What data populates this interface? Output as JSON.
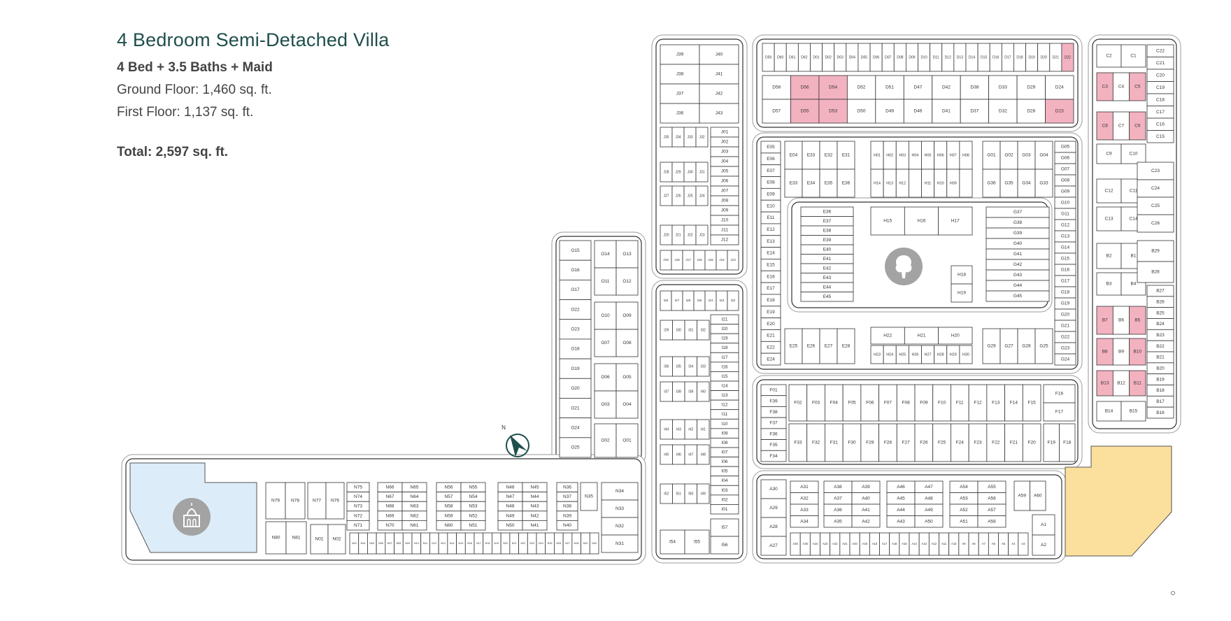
{
  "info": {
    "title": "4 Bedroom Semi-Detached Villa",
    "config": "4 Bed + 3.5 Baths + Maid",
    "ground_floor": "Ground Floor: 1,460 sq. ft.",
    "first_floor": "First Floor: 1,137 sq. ft.",
    "total_label": "Total:",
    "total_value": "2,597 sq. ft."
  },
  "colors": {
    "title": "#1f4f4c",
    "highlight": "#f3b2c0",
    "mosque_area": "#dcedf9",
    "amenity_area": "#fbdf9c",
    "icon_gray": "#a3a3a3",
    "compass": "#1f4f4c"
  },
  "icons": {
    "mosque": "mosque-icon",
    "park": "tree-icon",
    "compass": "north-arrow-icon"
  },
  "compass_label": "N",
  "highlighted_units": [
    "D56",
    "D55",
    "D54",
    "D53",
    "D22",
    "D23",
    "C3",
    "C5",
    "C8",
    "C6",
    "B7",
    "B5",
    "B8",
    "B10",
    "B13",
    "B11"
  ],
  "blocks": {
    "jtop": [
      "J39",
      "J40",
      "J38",
      "J41",
      "J37",
      "J42",
      "J36",
      "J43"
    ],
    "j2": [
      "J35",
      "J34",
      "J33",
      "J32"
    ],
    "j3": [
      "J28",
      "J29",
      "J30",
      "J31"
    ],
    "j4": [
      "J27",
      "J26",
      "J25",
      "J24"
    ],
    "j5": [
      "J20",
      "J21",
      "J22",
      "J23"
    ],
    "j6": [
      "J19",
      "J18",
      "J17",
      "J16",
      "J15",
      "J14",
      "J13"
    ],
    "jr": [
      "J01",
      "J02",
      "J03",
      "J04",
      "J05",
      "J06",
      "J07",
      "J08",
      "J09",
      "J10",
      "J11",
      "J12"
    ],
    "i1": [
      "I26",
      "I27",
      "I28",
      "I25",
      "I24",
      "I23",
      "I22"
    ],
    "i2": [
      "I29",
      "I30",
      "I31",
      "I32"
    ],
    "i3": [
      "I36",
      "I35",
      "I34",
      "I33"
    ],
    "i4": [
      "I37",
      "I38",
      "I39",
      "I40"
    ],
    "i5": [
      "I44",
      "I43",
      "I42",
      "I41"
    ],
    "i6": [
      "I45",
      "I46",
      "I47",
      "I48"
    ],
    "i7": [
      "I52",
      "I51",
      "I50",
      "I49"
    ],
    "i8": [
      "I54",
      "I55"
    ],
    "i9": [
      "I57",
      "I56"
    ],
    "ir": [
      "I21",
      "I20",
      "I19",
      "I18",
      "I17",
      "I16",
      "I15",
      "I14",
      "I13",
      "I12",
      "I11",
      "I10",
      "I09",
      "I08",
      "I07",
      "I06",
      "I05",
      "I04",
      "I03",
      "I02",
      "I01"
    ],
    "dtop": [
      "D59",
      "D60",
      "D61",
      "D62",
      "D01",
      "D02",
      "D03",
      "D04",
      "D05",
      "D06",
      "D07",
      "D08",
      "D09",
      "D10",
      "D11",
      "D12",
      "D13",
      "D14",
      "D15",
      "D16",
      "D17",
      "D18",
      "D19",
      "D20",
      "D21",
      "D22"
    ],
    "dbot": [
      "D58",
      "D56",
      "D54",
      "D52",
      "D51",
      "D47",
      "D42",
      "D38",
      "D33",
      "D29",
      "D24",
      "D57",
      "D55",
      "D53",
      "D50",
      "D49",
      "D46",
      "D41",
      "D37",
      "D32",
      "D28",
      "D23"
    ],
    "etop": [
      "E04",
      "E33",
      "E32",
      "E31",
      "E33",
      "E34",
      "E35",
      "E36"
    ],
    "htop": [
      "H01",
      "H02",
      "H03",
      "H04",
      "H05",
      "H06",
      "H07",
      "H08",
      "H14",
      "H13",
      "H12",
      "",
      "H11",
      "H10",
      "H09",
      ""
    ],
    "gtop": [
      "G01",
      "G02",
      "G03",
      "G04",
      "G36",
      "G35",
      "G34",
      "G33"
    ],
    "eleft": [
      "E05",
      "E06",
      "E07",
      "E08",
      "E09",
      "E10",
      "E11",
      "E12",
      "E13",
      "E14",
      "E15",
      "E16",
      "E17",
      "E18",
      "E19",
      "E20",
      "E21",
      "E22",
      "E24"
    ],
    "gright": [
      "G05",
      "G06",
      "G07",
      "G08",
      "G09",
      "G10",
      "G11",
      "G12",
      "G13",
      "G14",
      "G15",
      "G16",
      "G17",
      "G18",
      "G19",
      "G20",
      "G21",
      "G22",
      "G23",
      "G24"
    ],
    "einner": [
      "E36",
      "E37",
      "E38",
      "E39",
      "E40",
      "E41",
      "E42",
      "E43",
      "E44",
      "E45"
    ],
    "hinner": [
      "H15",
      "H16",
      "H17"
    ],
    "hinner2": [
      "H18",
      "H19"
    ],
    "ginner": [
      "G37",
      "G38",
      "G39",
      "G40",
      "G41",
      "G42",
      "G43",
      "G44",
      "G45"
    ],
    "ebot": [
      "E25",
      "E26",
      "E27",
      "E28"
    ],
    "hb1": [
      "H22",
      "H21",
      "H20"
    ],
    "hb2": [
      "H23",
      "H24",
      "H25",
      "H26",
      "H27",
      "H28",
      "H29",
      "H30"
    ],
    "gbot": [
      "G29",
      "G27",
      "G28",
      "G25"
    ],
    "c1": [
      "C2",
      "C1"
    ],
    "c2": [
      "C3",
      "C4",
      "C5"
    ],
    "c3": [
      "C8",
      "C7",
      "C6"
    ],
    "c4": [
      "C9",
      "C10"
    ],
    "cr": [
      "C22",
      "C21",
      "C20",
      "C19",
      "C18",
      "C17",
      "C16",
      "C15"
    ],
    "c5": [
      "C12",
      "C11"
    ],
    "c6": [
      "C13",
      "C14"
    ],
    "cr2": [
      "C23",
      "C24",
      "C25",
      "C26"
    ],
    "b1": [
      "B2",
      "B1"
    ],
    "b2": [
      "B3",
      "B4"
    ],
    "br": [
      "B29",
      "B28"
    ],
    "br2": [
      "B27",
      "B26",
      "B25",
      "B24",
      "B23",
      "B22",
      "B21",
      "B20",
      "B19",
      "B18",
      "B17",
      "B16"
    ],
    "b3": [
      "B7",
      "B6",
      "B5"
    ],
    "b4": [
      "B8",
      "B9",
      "B10"
    ],
    "b5": [
      "B13",
      "B12",
      "B11"
    ],
    "b6": [
      "B14",
      "B15"
    ],
    "fl": [
      "F01",
      "F39",
      "F38",
      "F37",
      "F36",
      "F35",
      "F34"
    ],
    "ft": [
      "F02",
      "F03",
      "F04",
      "F05",
      "F06",
      "F07",
      "F08",
      "F09",
      "F10",
      "F11",
      "F12",
      "F13",
      "F14",
      "F15"
    ],
    "fb": [
      "F33",
      "F32",
      "F31",
      "F30",
      "F29",
      "F28",
      "F27",
      "F26",
      "F25",
      "F24",
      "F23",
      "F22",
      "F21",
      "F20"
    ],
    "fr": [
      "F16",
      "F17"
    ],
    "fr2": [
      "F19",
      "F18"
    ],
    "a1": [
      "A30",
      "A29",
      "A28",
      "A27"
    ],
    "a2": [
      "A31",
      "A32",
      "A33",
      "A34"
    ],
    "a3": [
      "A38",
      "A39",
      "A37",
      "A40",
      "A36",
      "A41",
      "A35",
      "A42"
    ],
    "a4": [
      "A46",
      "A47",
      "A45",
      "A48",
      "A44",
      "A49",
      "A43",
      "A50"
    ],
    "a5": [
      "A54",
      "A55",
      "A53",
      "A56",
      "A52",
      "A57",
      "A51",
      "A58"
    ],
    "a6": [
      "A59",
      "A60"
    ],
    "a7": [
      "A26",
      "A25",
      "A24",
      "A23",
      "A22",
      "A21",
      "A20",
      "A19",
      "A18",
      "A17",
      "A16",
      "A15",
      "A14",
      "A13",
      "A12",
      "A11",
      "A10",
      "A9",
      "A8",
      "A7",
      "A6",
      "A5",
      "A4",
      "A3"
    ],
    "a8": [
      "A1",
      "A2"
    ],
    "ol": [
      "O15",
      "O16",
      "O17",
      "O22",
      "O23",
      "O18",
      "O19",
      "O20",
      "O21",
      "O24",
      "O25"
    ],
    "or1": [
      "O14",
      "O13",
      "O11",
      "O12"
    ],
    "or2": [
      "O10",
      "O09",
      "O07",
      "O08"
    ],
    "or3": [
      "O06",
      "O05",
      "O03",
      "O04"
    ],
    "or4": [
      "O02",
      "O01"
    ],
    "n1": [
      "N79",
      "N78"
    ],
    "n2": [
      "N77",
      "N76"
    ],
    "nv1": [
      "N75",
      "N74",
      "N73",
      "N72",
      "N71"
    ],
    "nv2": [
      "N66",
      "N65",
      "N67",
      "N64",
      "N68",
      "N63",
      "N69",
      "N62",
      "N70",
      "N61"
    ],
    "nv3": [
      "N56",
      "N55",
      "N57",
      "N54",
      "N58",
      "N53",
      "N59",
      "N52",
      "N60",
      "N51"
    ],
    "nv4": [
      "N46",
      "N45",
      "N47",
      "N44",
      "N48",
      "N43",
      "N49",
      "N42",
      "N50",
      "N41"
    ],
    "nv5": [
      "N36",
      "N37",
      "N38",
      "N39",
      "N40"
    ],
    "n35": [
      "N35"
    ],
    "nr": [
      "N34",
      "N33",
      "N32",
      "N31"
    ],
    "nlow1": [
      "N80",
      "N81"
    ],
    "nlow2": [
      "N01",
      "N02"
    ],
    "nrow": [
      "N03",
      "N04",
      "N05",
      "N06",
      "N07",
      "N08",
      "N09",
      "N10",
      "N11",
      "N12",
      "N13",
      "N14",
      "N15",
      "N16",
      "N17",
      "N18",
      "N19",
      "N20",
      "N21",
      "N22",
      "N23",
      "N24",
      "N25",
      "N26",
      "N27",
      "N28",
      "N29",
      "N30"
    ]
  }
}
